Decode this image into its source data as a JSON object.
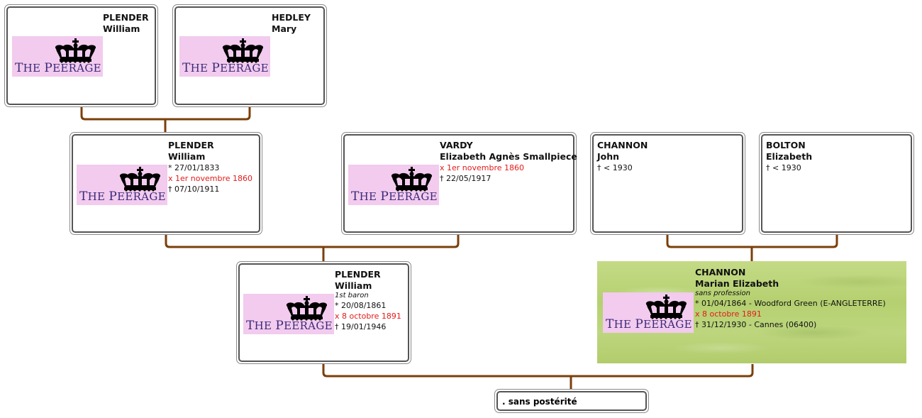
{
  "logo": {
    "label_first": "T",
    "label_rest1": "HE ",
    "label_p": "P",
    "label_rest2": "EERAGE",
    "icon": "crown-icon"
  },
  "colors": {
    "connector": "#7b3f0a",
    "logo_bg": "#f2cbee",
    "logo_text": "#3a2a78",
    "marriage_text": "#e41a1a",
    "highlight_bg": "#b9d276"
  },
  "people": {
    "p1": {
      "surname": "PLENDER",
      "given": "William"
    },
    "p2": {
      "surname": "HEDLEY",
      "given": "Mary"
    },
    "p3": {
      "surname": "PLENDER",
      "given": "William",
      "birth": "* 27/01/1833",
      "marriage": "x 1er novembre 1860",
      "death": "† 07/10/1911"
    },
    "p4": {
      "surname": "VARDY",
      "given": "Elizabeth Agnès Smallpiece",
      "marriage": "x 1er novembre 1860",
      "death": "† 22/05/1917"
    },
    "p5": {
      "surname": "CHANNON",
      "given": "John",
      "death": "† < 1930"
    },
    "p6": {
      "surname": "BOLTON",
      "given": "Elizabeth",
      "death": "† < 1930"
    },
    "p7": {
      "surname": "PLENDER",
      "given": "William",
      "title": "1st baron",
      "birth": "* 20/08/1861",
      "marriage": "x 8 octobre 1891",
      "death": "† 19/01/1946"
    },
    "p8": {
      "surname": "CHANNON",
      "given": "Marian Elizabeth",
      "occupation": "sans profession",
      "birth": "* 01/04/1864  - Woodford Green (E-ANGLETERRE)",
      "marriage": "x 8 octobre 1891",
      "death": "† 31/12/1930  - Cannes (06400)"
    }
  },
  "descendants": {
    "label": ". sans postérité"
  }
}
